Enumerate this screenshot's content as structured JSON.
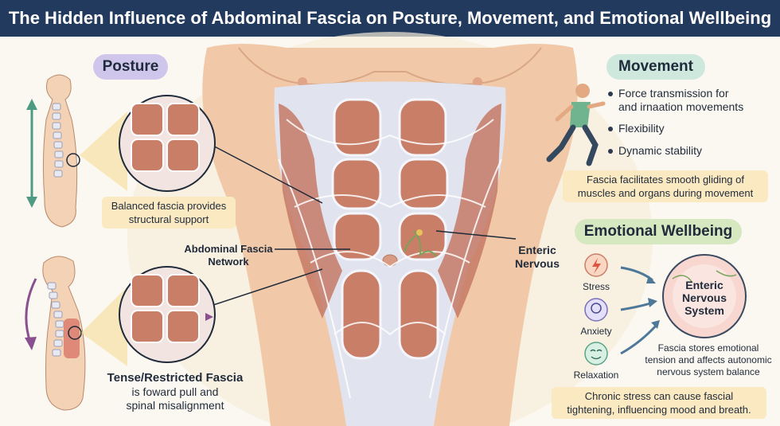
{
  "title": "The Hidden Influence of Abdominal Fascia on Posture, Movement, and Emotional Wellbeing",
  "posture": {
    "heading": "Posture",
    "balanced_note": "Balanced fascia provides structural support",
    "tense_title": "Tense/Restricted Fascia",
    "tense_line1": "is foward pull and",
    "tense_line2": "spinal misalignment"
  },
  "center": {
    "fascia_label_line1": "Abdominal Fascia",
    "fascia_label_line2": "Network",
    "enteric_line1": "Enteric",
    "enteric_line2": "Nervous"
  },
  "movement": {
    "heading": "Movement",
    "bullets": [
      "Force transmission for",
      "and irnaation movements",
      "Flexibility",
      "Dynamic stability"
    ],
    "note_line1": "Fascia facilitates smooth gliding of",
    "note_line2": "muscles and organs during movement"
  },
  "emotional": {
    "heading": "Emotional Wellbeing",
    "stress": "Stress",
    "anxiety": "Anxiety",
    "relaxation": "Relaxation",
    "ens_line1": "Enteric",
    "ens_line2": "Nervous",
    "ens_line3": "System",
    "stores_line1": "Fascia stores emotional",
    "stores_line2": "tension and affects autonomic",
    "stores_line3": "nervous system balance",
    "chronic_line1": "Chronic stress can cause fascial",
    "chronic_line2": "tightening, influencing mood and breath."
  },
  "colors": {
    "title_bg": "#223a5e",
    "posture_pill": "#cfc6ec",
    "movement_pill": "#cfe8dd",
    "emotional_pill": "#d6e8c0",
    "note_bg": "#fbe9c2",
    "muscle": "#c67a66",
    "fascia": "#dfe6f2"
  }
}
